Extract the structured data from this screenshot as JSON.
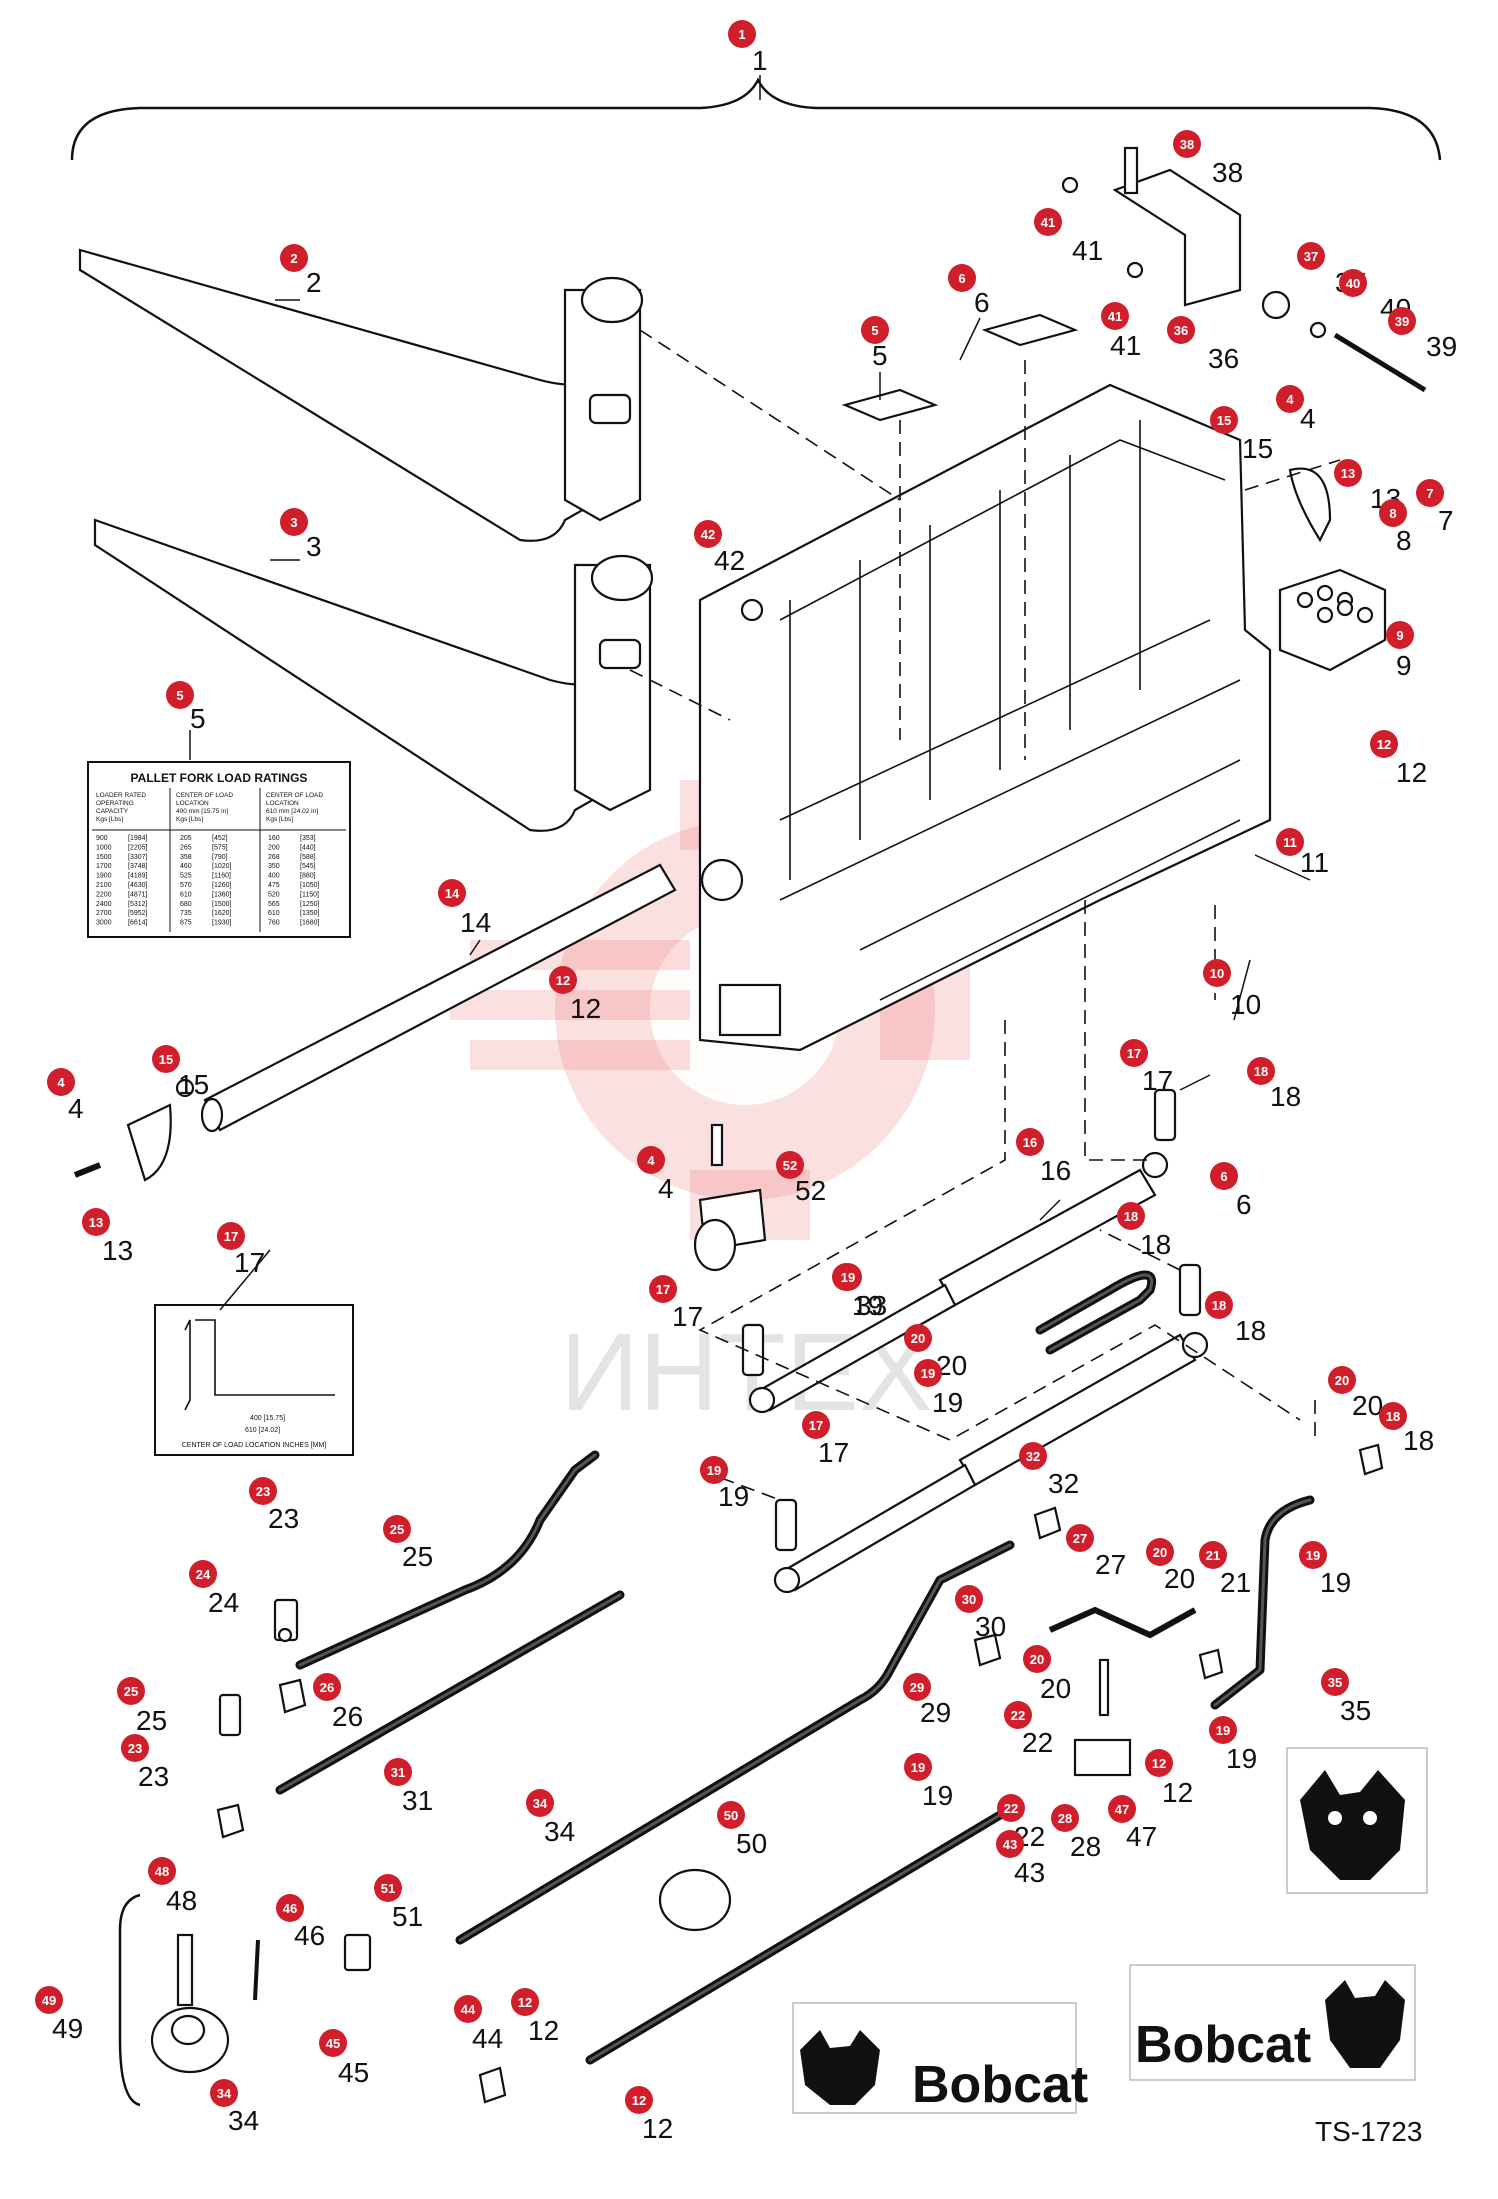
{
  "document_code": "TS-1723",
  "watermark": "ИНТЕХ",
  "callouts": [
    {
      "n": "1",
      "plain": "1"
    },
    {
      "n": "2",
      "plain": "2"
    },
    {
      "n": "3",
      "plain": "3"
    },
    {
      "n": "5",
      "plain": "5"
    },
    {
      "n": "6",
      "plain": "6"
    },
    {
      "n": "5",
      "plain": "5"
    },
    {
      "n": "38",
      "plain": "38"
    },
    {
      "n": "41",
      "plain": "41"
    },
    {
      "n": "41",
      "plain": "41"
    },
    {
      "n": "36",
      "plain": "36"
    },
    {
      "n": "37",
      "plain": "37"
    },
    {
      "n": "40",
      "plain": "40"
    },
    {
      "n": "39",
      "plain": "39"
    },
    {
      "n": "4",
      "plain": "4"
    },
    {
      "n": "15",
      "plain": "15"
    },
    {
      "n": "13",
      "plain": "13"
    },
    {
      "n": "7",
      "plain": "7"
    },
    {
      "n": "8",
      "plain": "8"
    },
    {
      "n": "9",
      "plain": "9"
    },
    {
      "n": "12",
      "plain": "12"
    },
    {
      "n": "11",
      "plain": "11"
    },
    {
      "n": "10",
      "plain": "10"
    },
    {
      "n": "42",
      "plain": "42"
    },
    {
      "n": "14",
      "plain": "14"
    },
    {
      "n": "12",
      "plain": "12"
    },
    {
      "n": "15",
      "plain": "15"
    },
    {
      "n": "4",
      "plain": "4"
    },
    {
      "n": "13",
      "plain": "13"
    },
    {
      "n": "4",
      "plain": "4"
    },
    {
      "n": "52",
      "plain": "52"
    },
    {
      "n": "16",
      "plain": "16"
    },
    {
      "n": "17",
      "plain": "17"
    },
    {
      "n": "18",
      "plain": "18"
    },
    {
      "n": "17",
      "plain": "17"
    },
    {
      "n": "33",
      "plain": "33"
    },
    {
      "n": "18",
      "plain": "18"
    },
    {
      "n": "6",
      "plain": "6"
    },
    {
      "n": "17",
      "plain": "17"
    },
    {
      "n": "18",
      "plain": "18"
    },
    {
      "n": "19",
      "plain": "19"
    },
    {
      "n": "20",
      "plain": "20"
    },
    {
      "n": "19",
      "plain": "19"
    },
    {
      "n": "20",
      "plain": "20"
    },
    {
      "n": "18",
      "plain": "18"
    },
    {
      "n": "17",
      "plain": "17"
    },
    {
      "n": "19",
      "plain": "19"
    },
    {
      "n": "32",
      "plain": "32"
    },
    {
      "n": "27",
      "plain": "27"
    },
    {
      "n": "23",
      "plain": "23"
    },
    {
      "n": "25",
      "plain": "25"
    },
    {
      "n": "24",
      "plain": "24"
    },
    {
      "n": "26",
      "plain": "26"
    },
    {
      "n": "25",
      "plain": "25"
    },
    {
      "n": "23",
      "plain": "23"
    },
    {
      "n": "31",
      "plain": "31"
    },
    {
      "n": "20",
      "plain": "20"
    },
    {
      "n": "21",
      "plain": "21"
    },
    {
      "n": "19",
      "plain": "19"
    },
    {
      "n": "30",
      "plain": "30"
    },
    {
      "n": "20",
      "plain": "20"
    },
    {
      "n": "29",
      "plain": "29"
    },
    {
      "n": "22",
      "plain": "22"
    },
    {
      "n": "19",
      "plain": "19"
    },
    {
      "n": "12",
      "plain": "12"
    },
    {
      "n": "35",
      "plain": "35"
    },
    {
      "n": "19",
      "plain": "19"
    },
    {
      "n": "28",
      "plain": "28"
    },
    {
      "n": "22",
      "plain": "22"
    },
    {
      "n": "47",
      "plain": "47"
    },
    {
      "n": "43",
      "plain": "43"
    },
    {
      "n": "34",
      "plain": "34"
    },
    {
      "n": "50",
      "plain": "50"
    },
    {
      "n": "51",
      "plain": "51"
    },
    {
      "n": "48",
      "plain": "48"
    },
    {
      "n": "46",
      "plain": "46"
    },
    {
      "n": "49",
      "plain": "49"
    },
    {
      "n": "45",
      "plain": "45"
    },
    {
      "n": "34",
      "plain": "34"
    },
    {
      "n": "44",
      "plain": "44"
    },
    {
      "n": "12",
      "plain": "12"
    },
    {
      "n": "12",
      "plain": "12"
    }
  ],
  "load_rating_decal": {
    "title": "PALLET FORK LOAD RATINGS",
    "col1_header": [
      "LOADER RATED",
      "OPERATING",
      "CAPACITY",
      "Kgs      [Lbs]"
    ],
    "col2_header": [
      "CENTER OF LOAD",
      "LOCATION",
      "400 mm [15.75 in]",
      "Kgs      [Lbs]"
    ],
    "col3_header": [
      "CENTER OF LOAD",
      "LOCATION",
      "610 mm [24.02 in]",
      "Kgs      [Lbs]"
    ],
    "rows": [
      [
        "900",
        "[1984]",
        "205",
        "[452]",
        "160",
        "[353]"
      ],
      [
        "1000",
        "[2205]",
        "265",
        "[575]",
        "200",
        "[440]"
      ],
      [
        "1500",
        "[3307]",
        "358",
        "[790]",
        "268",
        "[588]"
      ],
      [
        "1700",
        "[3748]",
        "460",
        "[1020]",
        "350",
        "[545]"
      ],
      [
        "1900",
        "[4189]",
        "525",
        "[1160]",
        "400",
        "[880]"
      ],
      [
        "2100",
        "[4630]",
        "570",
        "[1260]",
        "475",
        "[1050]"
      ],
      [
        "2200",
        "[4871]",
        "610",
        "[1360]",
        "520",
        "[1150]"
      ],
      [
        "2400",
        "[5312]",
        "680",
        "[1500]",
        "565",
        "[1250]"
      ],
      [
        "2700",
        "[5952]",
        "735",
        "[1620]",
        "610",
        "[1350]"
      ],
      [
        "3000",
        "[6614]",
        "875",
        "[1930]",
        "760",
        "[1680]"
      ]
    ]
  },
  "center_of_load_decal": {
    "caption": "CENTER OF LOAD LOCATION INCHES [MM]",
    "dim_400": "400 [15.75]",
    "dim_610": "610 [24.02]"
  },
  "logo_word": "Bobcat"
}
